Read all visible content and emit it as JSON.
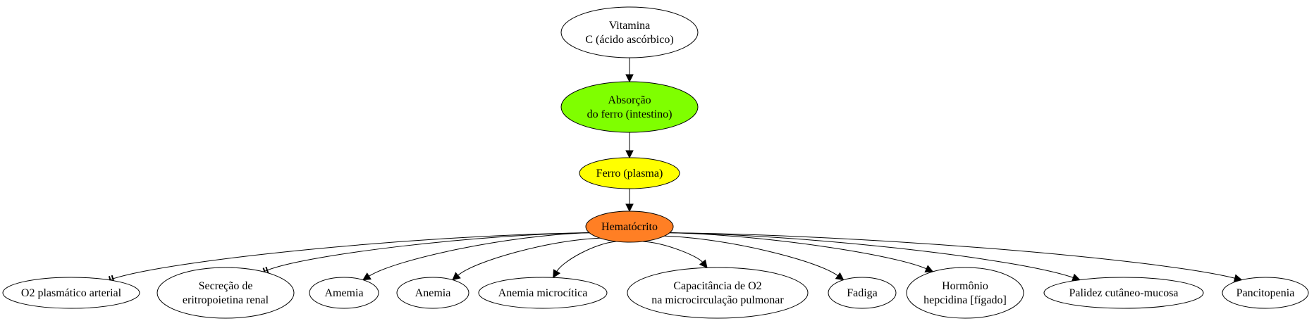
{
  "colors": {
    "background": "#ffffff",
    "stroke": "#000000",
    "absorcao_fill": "#7fff00",
    "ferro_fill": "#ffff00",
    "hematocrito_fill": "#ff7f24",
    "default_fill": "#ffffff"
  },
  "nodes": {
    "vitamina_c": {
      "lines": [
        "Vitamina",
        "C (ácido ascórbico)"
      ],
      "fill": "#ffffff"
    },
    "absorcao_ferro": {
      "lines": [
        "Absorção",
        "do ferro (intestino)"
      ],
      "fill": "#7fff00"
    },
    "ferro_plasma": {
      "lines": [
        "Ferro (plasma)"
      ],
      "fill": "#ffff00"
    },
    "hematocrito": {
      "lines": [
        "Hematócrito"
      ],
      "fill": "#ff7f24"
    },
    "o2_plasmatico": {
      "lines": [
        "O2 plasmático arterial"
      ],
      "fill": "#ffffff"
    },
    "secrecao_eritropoietina": {
      "lines": [
        "Secreção de",
        "eritropoietina renal"
      ],
      "fill": "#ffffff"
    },
    "amemia": {
      "lines": [
        "Amemia"
      ],
      "fill": "#ffffff"
    },
    "anemia": {
      "lines": [
        "Anemia"
      ],
      "fill": "#ffffff"
    },
    "anemia_microcitica": {
      "lines": [
        "Anemia microcítica"
      ],
      "fill": "#ffffff"
    },
    "capacitancia_o2": {
      "lines": [
        "Capacitância de O2",
        "na microcirculação pulmonar"
      ],
      "fill": "#ffffff"
    },
    "fadiga": {
      "lines": [
        "Fadiga"
      ],
      "fill": "#ffffff"
    },
    "hormonio_hepcidina": {
      "lines": [
        "Hormônio",
        "hepcidina [fígado]"
      ],
      "fill": "#ffffff"
    },
    "palidez": {
      "lines": [
        "Palidez cutâneo-mucosa"
      ],
      "fill": "#ffffff"
    },
    "pancitopenia": {
      "lines": [
        "Pancitopenia"
      ],
      "fill": "#ffffff"
    }
  },
  "edges": [
    {
      "from": "vitamina_c",
      "to": "absorcao_ferro",
      "head": "arrow"
    },
    {
      "from": "absorcao_ferro",
      "to": "ferro_plasma",
      "head": "arrow"
    },
    {
      "from": "ferro_plasma",
      "to": "hematocrito",
      "head": "arrow"
    },
    {
      "from": "hematocrito",
      "to": "o2_plasmatico",
      "head": "tee"
    },
    {
      "from": "hematocrito",
      "to": "secrecao_eritropoietina",
      "head": "tee"
    },
    {
      "from": "hematocrito",
      "to": "amemia",
      "head": "arrow"
    },
    {
      "from": "hematocrito",
      "to": "anemia",
      "head": "arrow"
    },
    {
      "from": "hematocrito",
      "to": "anemia_microcitica",
      "head": "arrow"
    },
    {
      "from": "hematocrito",
      "to": "capacitancia_o2",
      "head": "arrow"
    },
    {
      "from": "hematocrito",
      "to": "fadiga",
      "head": "arrow"
    },
    {
      "from": "hematocrito",
      "to": "hormonio_hepcidina",
      "head": "arrow"
    },
    {
      "from": "hematocrito",
      "to": "palidez",
      "head": "arrow"
    },
    {
      "from": "hematocrito",
      "to": "pancitopenia",
      "head": "arrow"
    }
  ]
}
